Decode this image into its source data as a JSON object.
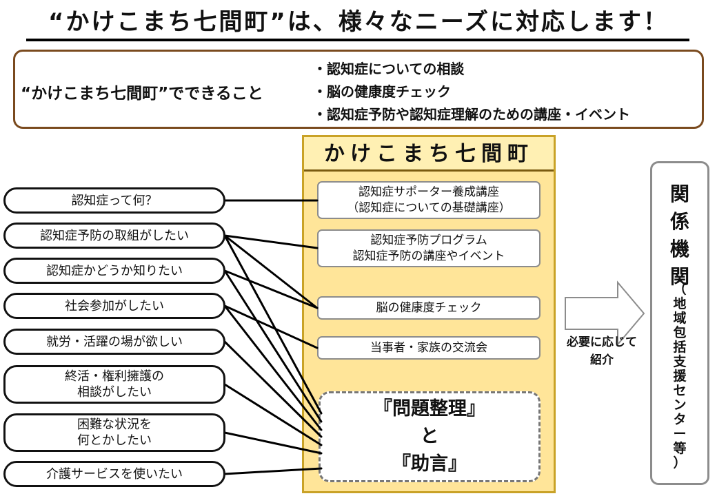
{
  "title": "“かけこまち七間町”は、様々なニーズに対応します！",
  "info_box": {
    "label": "“かけこまち七間町”でできること",
    "bullets": [
      "・認知症についての相談",
      "・脳の健康度チェック",
      "・認知症予防や認知症理解のための講座・イベント"
    ]
  },
  "center": {
    "heading": "かけこまち七間町",
    "services": [
      {
        "lines": [
          "認知症サポーター養成講座",
          "（認知症についての基礎講座）"
        ]
      },
      {
        "lines": [
          "認知症予防プログラム",
          "認知症予防の講座やイベント"
        ]
      },
      {
        "lines": [
          "脳の健康度チェック"
        ]
      },
      {
        "lines": [
          "当事者・家族の交流会"
        ]
      }
    ],
    "advice": [
      "『問題整理』",
      "と",
      "『助言』"
    ]
  },
  "needs": [
    {
      "lines": [
        "認知症って何？"
      ]
    },
    {
      "lines": [
        "認知症予防の取組がしたい"
      ]
    },
    {
      "lines": [
        "認知症かどうか知りたい"
      ]
    },
    {
      "lines": [
        "社会参加がしたい"
      ]
    },
    {
      "lines": [
        "就労・活躍の場が欲しい"
      ]
    },
    {
      "lines": [
        "終活・権利擁護の",
        "相談がしたい"
      ]
    },
    {
      "lines": [
        "困難な状況を",
        "何とかしたい"
      ]
    },
    {
      "lines": [
        "介護サービスを使いたい"
      ]
    }
  ],
  "arrow_note": [
    "必要に応じて",
    "紹介"
  ],
  "related": {
    "main": [
      "関",
      "係",
      "機",
      "関"
    ],
    "sub": [
      "（",
      "地",
      "域",
      "包",
      "括",
      "支",
      "援",
      "セ",
      "ン",
      "タ",
      "ー",
      "等",
      "）"
    ]
  },
  "colors": {
    "panel": "#ffe599",
    "panel_border": "#c9a227",
    "info_border": "#7a4a1e",
    "box_border": "#8c8c8c"
  }
}
